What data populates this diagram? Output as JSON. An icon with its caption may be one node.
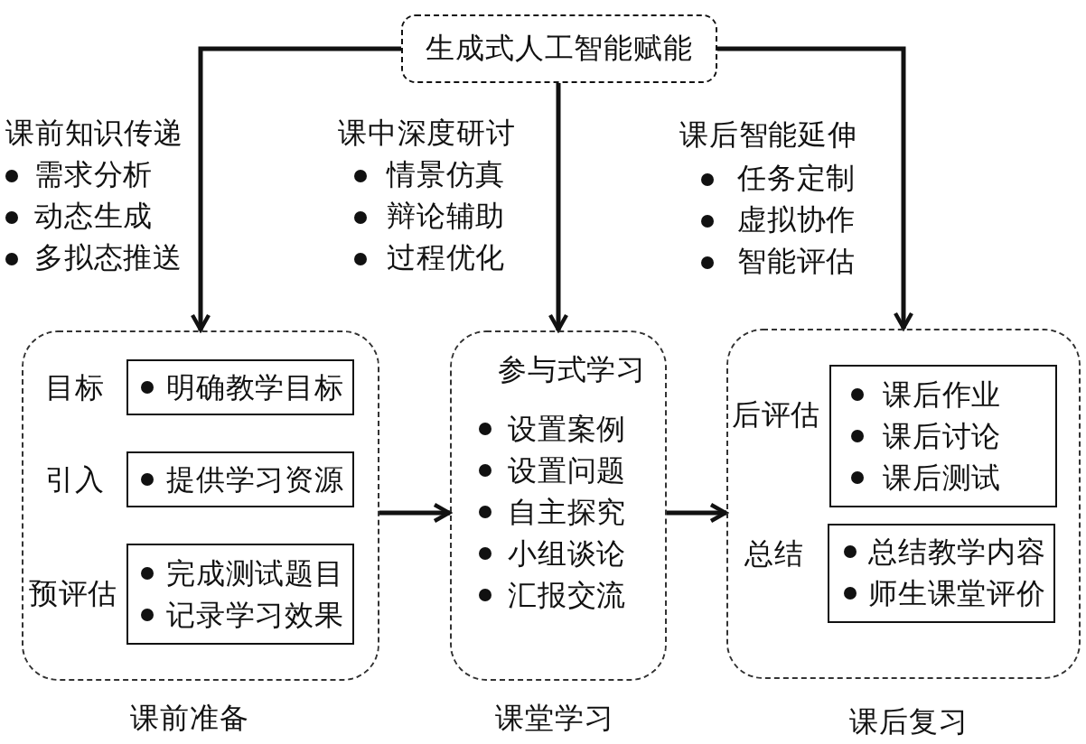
{
  "diagram": {
    "nodes": [
      {
        "text": [
          "生成式人工智能赋能"
        ]
      },
      {
        "text": [],
        "shape": "box",
        "beside": [
          "课前准备"
        ]
      },
      {
        "text": [
          "明确教学目标"
        ],
        "in": 1,
        "beside": [
          "目标"
        ]
      },
      {
        "text": [
          "提供学习资源"
        ],
        "in": 1,
        "beside": [
          "引入"
        ]
      },
      {
        "text": [
          "完成测试题目",
          "记录学习效果"
        ],
        "in": 1,
        "beside": [
          "预评估"
        ]
      },
      {
        "text": [
          "参与式学习",
          "设置案例",
          "设置问题",
          "自主探究",
          "小组谈论",
          "汇报交流"
        ],
        "beside": [
          "课堂学习"
        ]
      },
      {
        "text": [],
        "shape": "box",
        "beside": [
          "课后复习"
        ]
      },
      {
        "text": [
          "课后作业",
          "课后讨论",
          "课后测试"
        ],
        "in": 6,
        "beside": [
          "后评估"
        ]
      },
      {
        "text": [
          "总结教学内容",
          "师生课堂评价"
        ],
        "in": 6,
        "beside": [
          "总结"
        ]
      }
    ],
    "edges": [
      {
        "from": 0,
        "to": 1,
        "arrow": "to"
      },
      {
        "from": 0,
        "to": 5,
        "arrow": "to"
      },
      {
        "from": 0,
        "to": 6,
        "arrow": "to"
      },
      {
        "from": 1,
        "to": 5,
        "arrow": "to"
      },
      {
        "from": 5,
        "to": 6,
        "arrow": "to"
      }
    ],
    "labels": [
      "课前知识传递",
      "需求分析",
      "动态生成",
      "多拟态推送",
      "课中深度研讨",
      "情景仿真",
      "辩论辅助",
      "过程优化",
      "课后智能延伸",
      "任务定制",
      "虚拟协作",
      "智能评估"
    ]
  }
}
